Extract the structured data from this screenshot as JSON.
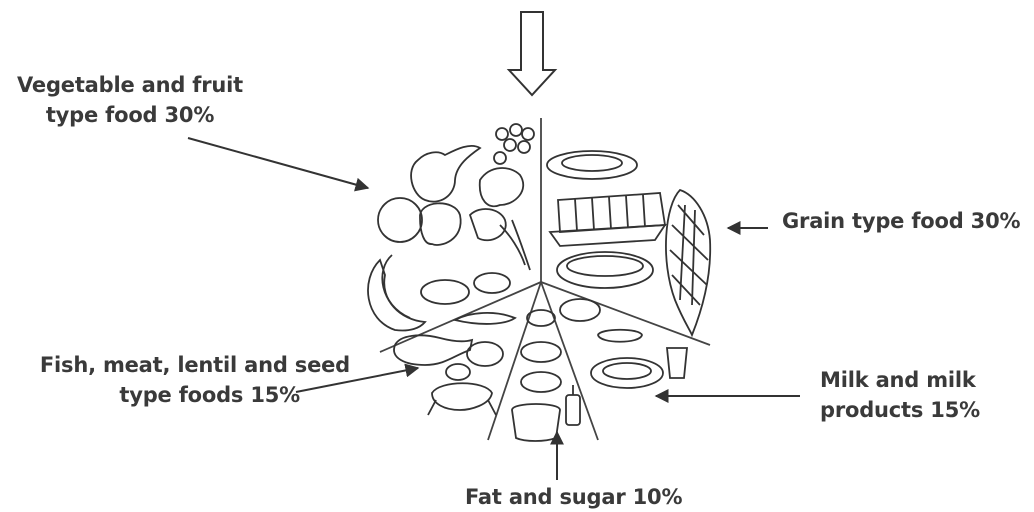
{
  "labels": {
    "vegetable": {
      "line1": "Vegetable and  fruit",
      "line2": "type food   30%"
    },
    "grain": {
      "line1": "Grain type food  30%"
    },
    "fish": {
      "line1": "Fish, meat, lentil and seed",
      "line2": "type foods 15%"
    },
    "milk": {
      "line1": "Milk and milk",
      "line2": "products 15%"
    },
    "fat": {
      "line1": "Fat and sugar 10%"
    }
  },
  "colors": {
    "ink": "#333333",
    "text": "#3a3a3a"
  }
}
